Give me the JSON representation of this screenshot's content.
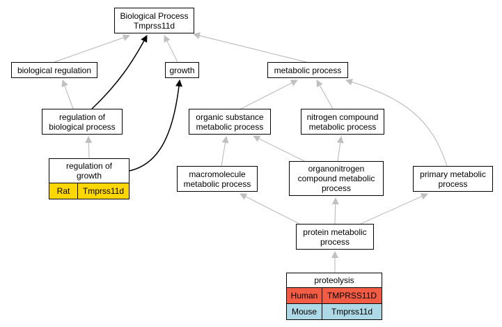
{
  "colors": {
    "rat": "#ffd700",
    "human": "#f25c45",
    "mouse": "#add8e6",
    "edge_gray": "#c0c0c0",
    "edge_black": "#000000"
  },
  "nodes": {
    "root": {
      "lines": [
        "Biological Process",
        "Tmprss11d"
      ]
    },
    "biological_regulation": {
      "lines": [
        "biological regulation"
      ]
    },
    "growth": {
      "lines": [
        "growth"
      ]
    },
    "metabolic_process": {
      "lines": [
        "metabolic process"
      ]
    },
    "regulation_of_biological_process": {
      "lines": [
        "regulation of",
        "biological process"
      ]
    },
    "organic_substance_metabolic_process": {
      "lines": [
        "organic substance",
        "metabolic process"
      ]
    },
    "nitrogen_compound_metabolic_process": {
      "lines": [
        "nitrogen compound",
        "metabolic process"
      ]
    },
    "regulation_of_growth": {
      "lines": [
        "regulation of",
        "growth"
      ],
      "annotations": [
        {
          "species": "Rat",
          "gene": "Tmprss11d"
        }
      ]
    },
    "macromolecule_metabolic_process": {
      "lines": [
        "macromolecule",
        "metabolic process"
      ]
    },
    "organonitrogen_compound_metabolic_process": {
      "lines": [
        "organonitrogen",
        "compound metabolic",
        "process"
      ]
    },
    "primary_metabolic_process": {
      "lines": [
        "primary metabolic",
        "process"
      ]
    },
    "protein_metabolic_process": {
      "lines": [
        "protein metabolic",
        "process"
      ]
    },
    "proteolysis": {
      "lines": [
        "proteolysis"
      ],
      "annotations": [
        {
          "species": "Human",
          "gene": "TMPRSS11D"
        },
        {
          "species": "Mouse",
          "gene": "Tmprss11d"
        }
      ]
    }
  },
  "edges": [
    {
      "from": "biological_regulation",
      "to": "root",
      "style": "gray"
    },
    {
      "from": "growth",
      "to": "root",
      "style": "gray"
    },
    {
      "from": "metabolic_process",
      "to": "root",
      "style": "gray"
    },
    {
      "from": "regulation_of_biological_process",
      "to": "biological_regulation",
      "style": "gray"
    },
    {
      "from": "regulation_of_biological_process",
      "to": "root",
      "style": "black"
    },
    {
      "from": "regulation_of_growth",
      "to": "regulation_of_biological_process",
      "style": "gray"
    },
    {
      "from": "regulation_of_growth",
      "to": "growth",
      "style": "black"
    },
    {
      "from": "organic_substance_metabolic_process",
      "to": "metabolic_process",
      "style": "gray"
    },
    {
      "from": "nitrogen_compound_metabolic_process",
      "to": "metabolic_process",
      "style": "gray"
    },
    {
      "from": "primary_metabolic_process",
      "to": "metabolic_process",
      "style": "gray"
    },
    {
      "from": "macromolecule_metabolic_process",
      "to": "organic_substance_metabolic_process",
      "style": "gray"
    },
    {
      "from": "organonitrogen_compound_metabolic_process",
      "to": "organic_substance_metabolic_process",
      "style": "gray"
    },
    {
      "from": "organonitrogen_compound_metabolic_process",
      "to": "nitrogen_compound_metabolic_process",
      "style": "gray"
    },
    {
      "from": "protein_metabolic_process",
      "to": "macromolecule_metabolic_process",
      "style": "gray"
    },
    {
      "from": "protein_metabolic_process",
      "to": "organonitrogen_compound_metabolic_process",
      "style": "gray"
    },
    {
      "from": "protein_metabolic_process",
      "to": "primary_metabolic_process",
      "style": "gray"
    },
    {
      "from": "proteolysis",
      "to": "protein_metabolic_process",
      "style": "gray"
    }
  ]
}
